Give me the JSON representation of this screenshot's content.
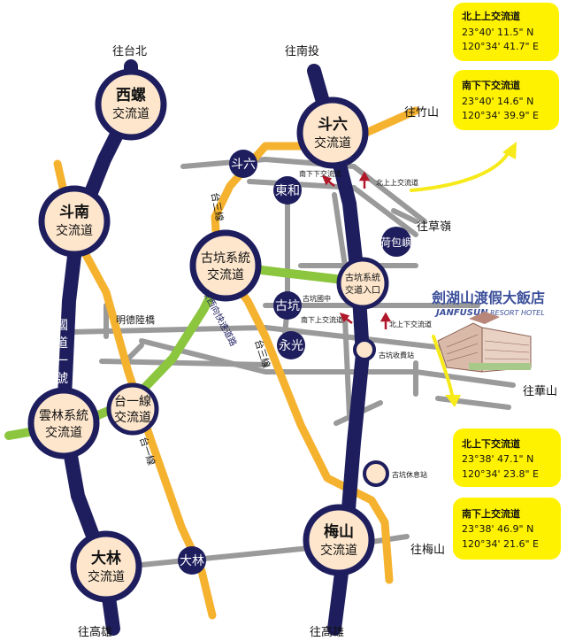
{
  "directions": {
    "north_taipei": "往台北",
    "north_nantou": "往南投",
    "zhushan": "往竹山",
    "caoling": "往草嶺",
    "huashan": "往華山",
    "meishan": "往梅山",
    "kaohsiung_west": "往高雄",
    "kaohsiung_east": "往高雄"
  },
  "interchanges": {
    "xiluo": [
      "西螺",
      "交流道"
    ],
    "dounan": [
      "斗南",
      "交流道"
    ],
    "yunlin": [
      "雲林系統",
      "交流道"
    ],
    "dalin": [
      "大林",
      "交流道"
    ],
    "douliu": [
      "斗六",
      "交流道"
    ],
    "gukeng_system": [
      "古坑系統",
      "交流道"
    ],
    "meishan": [
      "梅山",
      "交流道"
    ],
    "tai1": [
      "台一線",
      "交流道"
    ],
    "gukeng_system_entrance": [
      "古坑系統",
      "交道入口"
    ]
  },
  "towns": {
    "douliu_small": "斗六",
    "donghe": "東和",
    "hebaoyu": "荷包嶼",
    "gukeng": "古坑",
    "yongguang": "永光",
    "dalin_small": "大林"
  },
  "road_labels": {
    "freeway1": "國道一號",
    "tai3_upper": "台三線",
    "tai3_lower": "台三線",
    "tai1": "台一線",
    "east_west": "東西向快速道路",
    "mingde_bridge": "明德陸橋"
  },
  "small_labels": {
    "s_exit_douliu": "南下下交流道",
    "n_entry_douliu": "北上上交流道",
    "gukeng_middle_school": "古坑國中",
    "s_exit_gukeng": "南下上交流道",
    "n_exit_gukeng": "北上下交流道",
    "toll_station": "古坑收費站",
    "rest_area": "古坑休息站"
  },
  "resort": {
    "name_cn": "劍湖山渡假大飯店",
    "name_en_a": "JANFUSUN",
    "name_en_b": "RESORT HOTEL"
  },
  "coordinate_boxes": [
    {
      "title": "北上上交流道",
      "lat": "23°40'  11.5\"  N",
      "lon": "120°34'  41.7\"  E"
    },
    {
      "title": "南下下交流道",
      "lat": "23°40'  14.6\"  N",
      "lon": "120°34'  39.9\"  E"
    },
    {
      "title": "北上下交流道",
      "lat": "23°38'  47.1\"  N",
      "lon": "120°34'  23.8\"  E"
    },
    {
      "title": "南下上交流道",
      "lat": "23°38'  46.9\"  N",
      "lon": "120°34'  21.6\"  E"
    }
  ],
  "colors": {
    "freeway": "#1e1e5e",
    "provincial": "#f5b22e",
    "expressway": "#8cc63f",
    "local": "#9a9a9a",
    "node_fill": "#fde6cc",
    "box": "#fff200"
  }
}
